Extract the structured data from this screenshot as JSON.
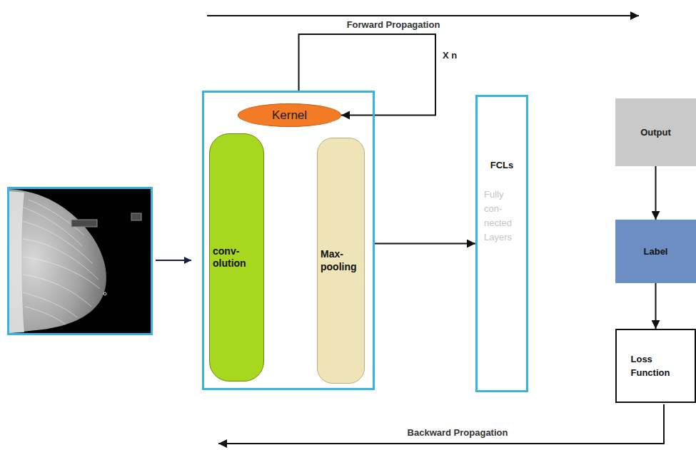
{
  "diagram": {
    "nodes": [
      {
        "text": []
      },
      {
        "text": [
          "Kernel"
        ],
        "in": 0
      },
      {
        "text": [
          "conv- olution"
        ],
        "in": 0
      },
      {
        "text": [
          "Max- pooling"
        ],
        "in": 0
      },
      {
        "text": [
          "FCLs",
          "Fully con- nected Layers"
        ]
      },
      {
        "text": [
          "Output"
        ]
      },
      {
        "text": [
          "Label"
        ]
      },
      {
        "text": [
          "Loss Function"
        ]
      }
    ],
    "edges": [
      {
        "from": 0,
        "to": 1,
        "arrow": "to",
        "label": "X n"
      },
      {
        "from": 0,
        "to": 4,
        "arrow": "to"
      },
      {
        "from": 5,
        "to": 6,
        "arrow": "to"
      },
      {
        "from": 6,
        "to": 7,
        "arrow": "to"
      }
    ],
    "labels": [
      "Forward Propagation",
      "Backward Propagation"
    ]
  }
}
